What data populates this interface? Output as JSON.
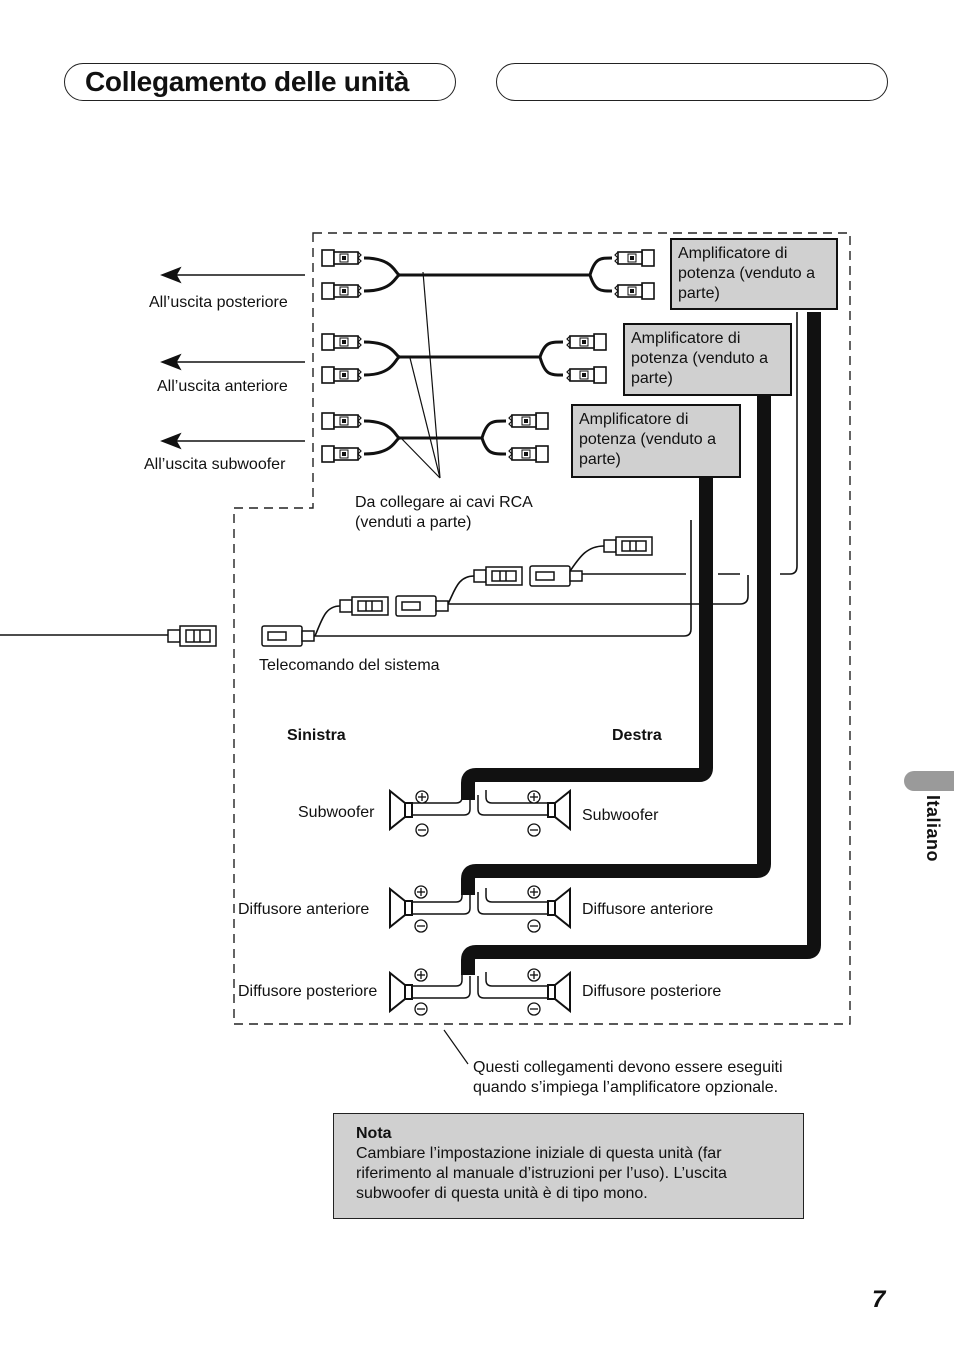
{
  "header": {
    "title": "Collegamento delle unità",
    "right_pill_text": ""
  },
  "labels": {
    "rear_output": "All’uscita posteriore",
    "front_output": "All’uscita anteriore",
    "sub_output": "All’uscita subwoofer",
    "rca_note_line1": "Da collegare ai cavi RCA",
    "rca_note_line2": "(venduti a parte)",
    "remote": "Telecomando del sistema",
    "left": "Sinistra",
    "right": "Destra",
    "subwoofer_left": "Subwoofer",
    "subwoofer_right": "Subwoofer",
    "front_left": "Diffusore anteriore",
    "front_right": "Diffusore anteriore",
    "rear_left": "Diffusore posteriore",
    "rear_right": "Diffusore posteriore",
    "amp_note_line1": "Questi collegamenti devono essere eseguiti",
    "amp_note_line2": "quando s’impiega l’amplificatore opzionale."
  },
  "amplifiers": [
    {
      "line1": "Amplificatore di",
      "line2": "potenza (venduto a",
      "line3": "parte)"
    },
    {
      "line1": "Amplificatore di",
      "line2": "potenza (venduto a",
      "line3": "parte)"
    },
    {
      "line1": "Amplificatore di",
      "line2": "potenza (venduto a",
      "line3": "parte)"
    }
  ],
  "nota": {
    "title": "Nota",
    "line1": "Cambiare l’impostazione iniziale di questa unità (far",
    "line2": "riferimento al manuale d’istruzioni per l’uso). L’uscita",
    "line3": "subwoofer di questa unità è di tipo mono."
  },
  "side_tab": {
    "label": "Italiano"
  },
  "page": {
    "number": "7"
  },
  "colors": {
    "box_fill": "#d0d0d0",
    "tab_fill": "#9a9a9a",
    "ink": "#111111"
  }
}
